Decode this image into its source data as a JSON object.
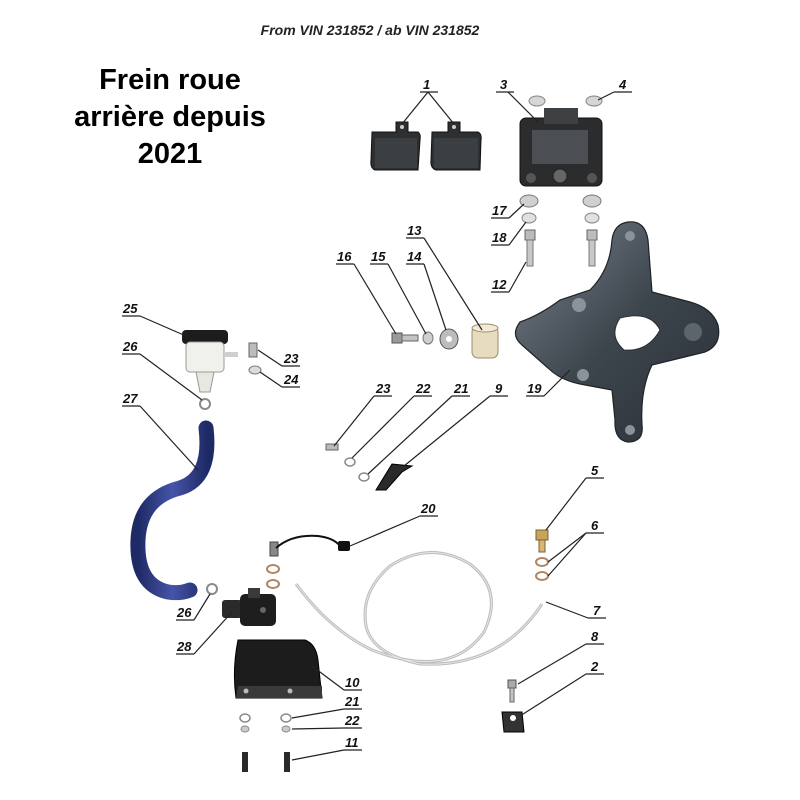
{
  "header": {
    "vin_text": "From VIN 231852 / ab VIN 231852"
  },
  "title": {
    "line1": "Frein roue",
    "line2": "arrière depuis",
    "line3": "2021"
  },
  "callouts": {
    "c1": "1",
    "c2": "2",
    "c3": "3",
    "c4": "4",
    "c5": "5",
    "c6": "6",
    "c7": "7",
    "c8": "8",
    "c9": "9",
    "c10": "10",
    "c11": "11",
    "c12": "12",
    "c13": "13",
    "c14": "14",
    "c15": "15",
    "c16": "16",
    "c17": "17",
    "c18": "18",
    "c19": "19",
    "c20": "20",
    "c21a": "21",
    "c21b": "21",
    "c22a": "22",
    "c22b": "22",
    "c23a": "23",
    "c23b": "23",
    "c24": "24",
    "c25": "25",
    "c26a": "26",
    "c26b": "26",
    "c27": "27",
    "c28": "28"
  }
}
